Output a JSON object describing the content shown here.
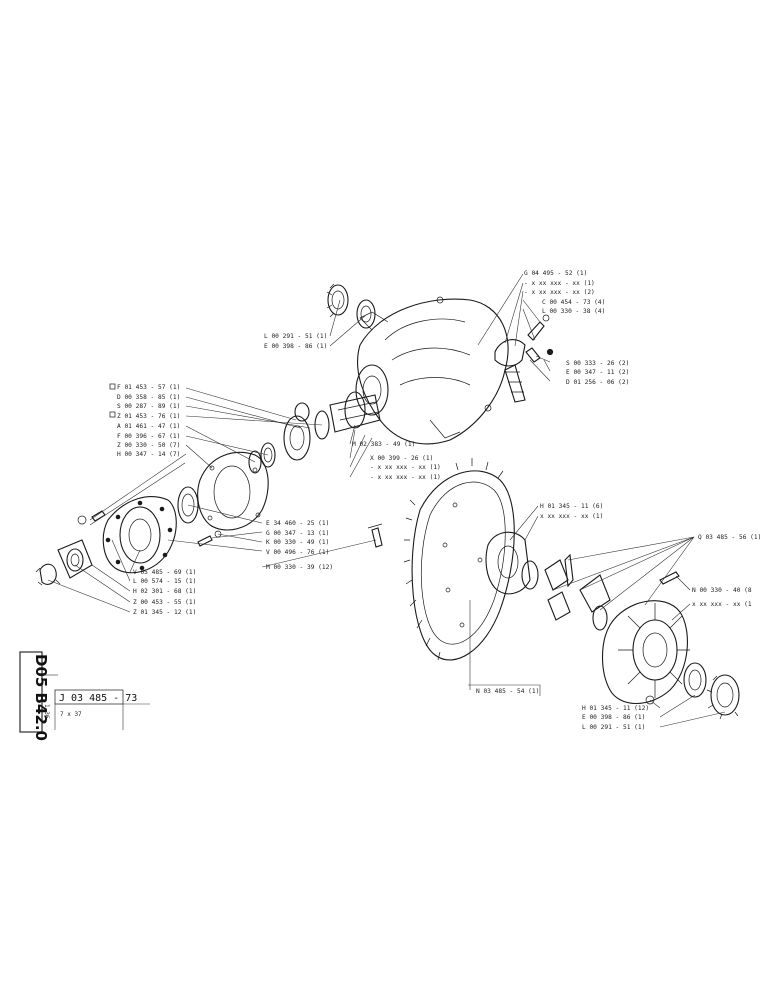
{
  "title_block": {
    "vertical_code": "D05 B42.0",
    "drawing_number": "J 03 485 - 73",
    "small_note": "1-36",
    "ratio": "7 x 37"
  },
  "labels": [
    {
      "id": "l01",
      "text": "G 04 495 - 52 (1)"
    },
    {
      "id": "l02",
      "text": "- x  xx xxx - xx (1)"
    },
    {
      "id": "l03",
      "text": "- x  xx xxx - xx (2)"
    },
    {
      "id": "l04",
      "text": "C 00 454 - 73 (4)"
    },
    {
      "id": "l05",
      "text": "L 00 330 - 38 (4)"
    },
    {
      "id": "l06",
      "text": "L 00 291 - 51 (1)"
    },
    {
      "id": "l07",
      "text": "E 00 398 - 86 (1)"
    },
    {
      "id": "l08",
      "text": "S 00 333 - 26 (2)"
    },
    {
      "id": "l09",
      "text": "E 00 347 - 11 (2)"
    },
    {
      "id": "l10",
      "text": "D 01 256 - 06 (2)"
    },
    {
      "id": "l11",
      "text": "F 01 453 - 57 (1)"
    },
    {
      "id": "l12",
      "text": "D 00 358 - 85 (1)"
    },
    {
      "id": "l13",
      "text": "S 00 287 - 89 (1)"
    },
    {
      "id": "l14",
      "text": "Z 01 453 - 76 (1)"
    },
    {
      "id": "l15",
      "text": "A 01 461 - 47 (1)"
    },
    {
      "id": "l16",
      "text": "F 00 396 - 67 (1)"
    },
    {
      "id": "l17",
      "text": "Z 00 330 - 50 (7)"
    },
    {
      "id": "l18",
      "text": "H 00 347 - 14 (7)"
    },
    {
      "id": "l19",
      "text": "M 02 383 - 49 (1)"
    },
    {
      "id": "l20",
      "text": "X 00 399 - 26 (1)"
    },
    {
      "id": "l21",
      "text": "- x  xx xxx - xx (1)"
    },
    {
      "id": "l22",
      "text": "- x  xx xxx - xx (1)"
    },
    {
      "id": "l23",
      "text": "E 34 460 - 25 (1)"
    },
    {
      "id": "l24",
      "text": "G 00 347 - 13 (1)"
    },
    {
      "id": "l25",
      "text": "K 00 330 - 49 (1)"
    },
    {
      "id": "l26",
      "text": "V 00 496 - 76 (1)"
    },
    {
      "id": "l27",
      "text": "M 00 330 - 39 (12)"
    },
    {
      "id": "l28",
      "text": "V 05 485 - 69 (1)"
    },
    {
      "id": "l29",
      "text": "L 00 574 - 15 (1)"
    },
    {
      "id": "l30",
      "text": "H 02 301 - 68 (1)"
    },
    {
      "id": "l31",
      "text": "Z 00 453 - 55 (1)"
    },
    {
      "id": "l32",
      "text": "Z 01 345 - 12 (1)"
    },
    {
      "id": "l33",
      "text": "H 01 345 - 11 (6)"
    },
    {
      "id": "l34",
      "text": "x  xx xxx - xx (1)"
    },
    {
      "id": "l35",
      "text": "Q 03 485 - 56 (1)"
    },
    {
      "id": "l36",
      "text": "N 00 330 - 40 (8"
    },
    {
      "id": "l37",
      "text": "x  xx xxx - xx (1"
    },
    {
      "id": "l38",
      "text": "N 03 485 - 54 (1)"
    },
    {
      "id": "l39",
      "text": "H 01 345 - 11 (12)"
    },
    {
      "id": "l40",
      "text": "E 00 398 - 86 (1)"
    },
    {
      "id": "l41",
      "text": "L 00 291 - 51 (1)"
    }
  ]
}
